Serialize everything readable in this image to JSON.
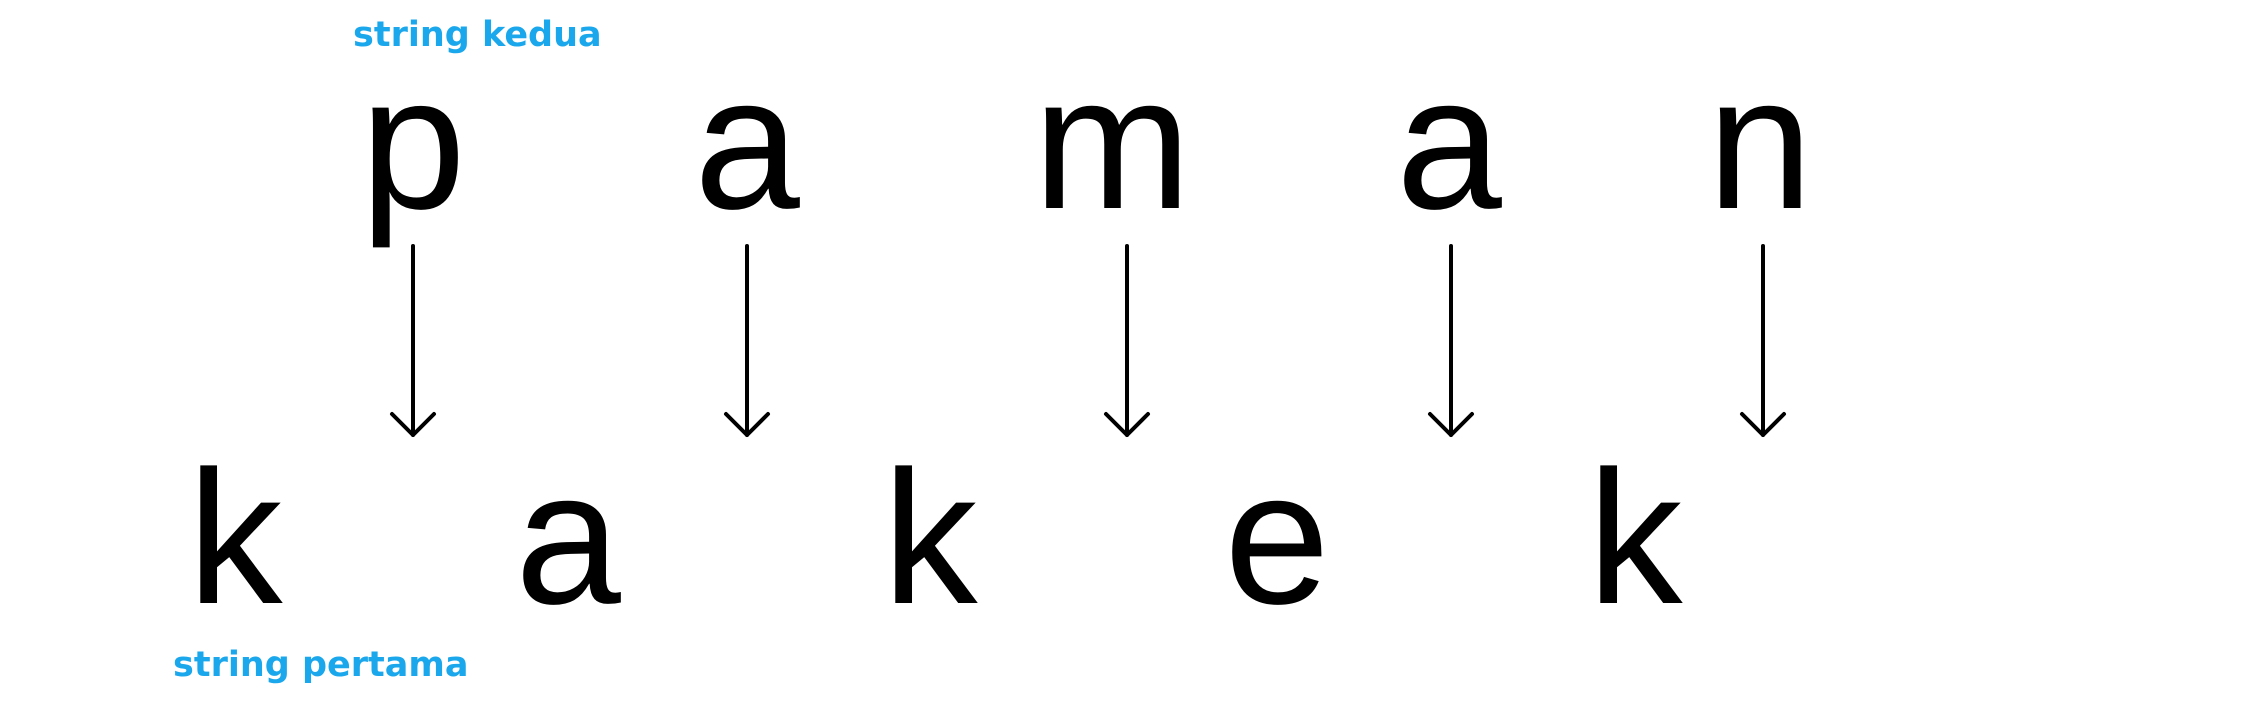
{
  "labels": {
    "top": "string kedua",
    "bottom": "string pertama"
  },
  "colors": {
    "label": "#1aa7ec",
    "letter": "#000000",
    "arrow": "#000000"
  },
  "top_row": {
    "letters": [
      "p",
      "a",
      "m",
      "a",
      "n"
    ]
  },
  "bottom_row": {
    "letters": [
      "k",
      "a",
      "k",
      "e",
      "k"
    ]
  },
  "arrows": {
    "count": 5,
    "direction": "down"
  }
}
